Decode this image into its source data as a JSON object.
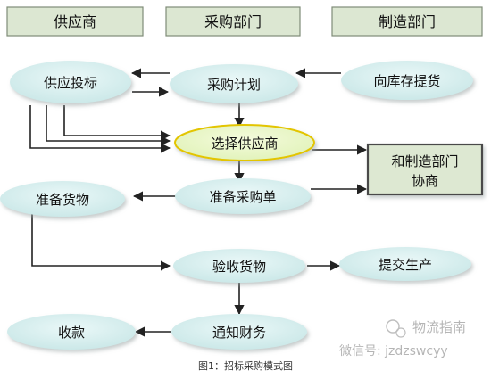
{
  "headers": {
    "supplier": "供应商",
    "purchasing": "采购部门",
    "manufacturing": "制造部门"
  },
  "nodes": {
    "supplier_bid": "供应投标",
    "purchase_plan": "采购计划",
    "inventory_pickup": "向库存提货",
    "select_supplier": "选择供应商",
    "negotiate_line1": "和制造部门",
    "negotiate_line2": "协商",
    "prepare_goods": "准备货物",
    "prepare_po": "准备采购单",
    "inspect_goods": "验收货物",
    "submit_production": "提交生产",
    "collect_payment": "收款",
    "notify_finance": "通知财务"
  },
  "watermark": {
    "brand": "物流指南",
    "wechat": "微信号: jzdzswcyy"
  },
  "caption": "图1：招标采购模式图",
  "colors": {
    "header_bg": "#dce7d2",
    "header_border": "#7f8c78",
    "node_fill": "#d5eeee",
    "highlight_fill": "#e9f6c2",
    "highlight_border": "#e3c500",
    "box_fill": "#dde8d2",
    "box_border": "#4a4a4a",
    "arrow": "#222222"
  }
}
